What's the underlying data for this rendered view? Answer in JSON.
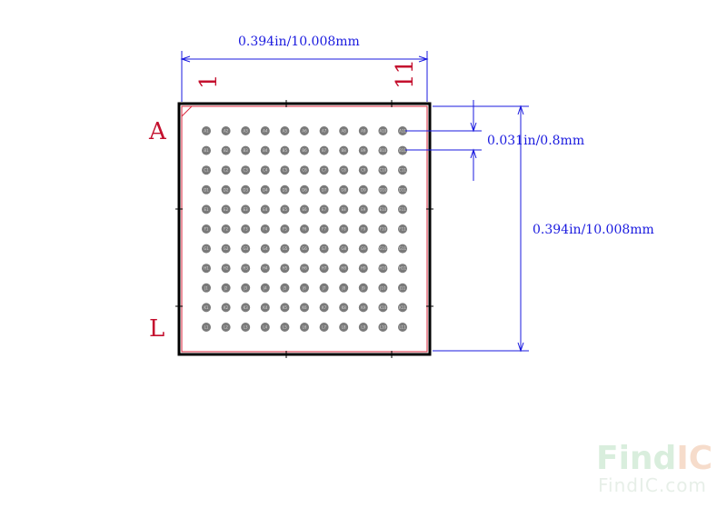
{
  "dimensions": {
    "width_label": "0.394in/10.008mm",
    "height_label": "0.394in/10.008mm",
    "pitch_label": "0.031in/0.8mm"
  },
  "labels": {
    "col_first": "1",
    "col_last": "11",
    "row_first": "A",
    "row_last": "L"
  },
  "grid": {
    "rows": [
      "A",
      "B",
      "C",
      "D",
      "E",
      "F",
      "G",
      "H",
      "J",
      "K",
      "L"
    ],
    "columns": 11
  },
  "colors": {
    "outline": "#000000",
    "inner_outline": "#d9253b",
    "dimension": "#1a1adf",
    "label": "#c4102e",
    "ball": "#7a7a7a"
  },
  "watermark": {
    "brand_find": "Find",
    "brand_ic": "IC",
    "url": "FindIC.com"
  }
}
